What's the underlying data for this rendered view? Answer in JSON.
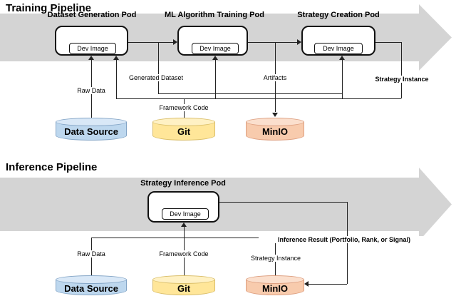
{
  "colors": {
    "banner": "#d4d4d4",
    "line": "#222222",
    "data_source_fill": "#bdd7ee",
    "data_source_top": "#d9e8f7",
    "data_source_border": "#84a5c6",
    "git_fill": "#ffe699",
    "git_top": "#fff1c4",
    "git_border": "#d9bd68",
    "minio_fill": "#f8cbad",
    "minio_top": "#fbdfcd",
    "minio_border": "#dd9f80"
  },
  "training": {
    "title": "Training Pipeline",
    "pods": [
      {
        "label": "Dataset Generation Pod",
        "dev": "Dev Image"
      },
      {
        "label": "ML Algorithm Training Pod",
        "dev": "Dev Image"
      },
      {
        "label": "Strategy Creation Pod",
        "dev": "Dev Image"
      }
    ],
    "labels": {
      "raw_data": "Raw Data",
      "generated_dataset": "Generated Dataset",
      "framework_code": "Framework Code",
      "artifacts": "Artifacts",
      "strategy_instance": "Strategy Instance"
    },
    "stores": [
      {
        "label": "Data Source"
      },
      {
        "label": "Git"
      },
      {
        "label": "MinIO"
      }
    ]
  },
  "inference": {
    "title": "Inference Pipeline",
    "pod": {
      "label": "Strategy Inference Pod",
      "dev": "Dev Image"
    },
    "labels": {
      "raw_data": "Raw Data",
      "framework_code": "Framework Code",
      "strategy_instance": "Strategy Instance",
      "inference_result": "Inference Result (Portfolio, Rank, or Signal)"
    },
    "stores": [
      {
        "label": "Data Source"
      },
      {
        "label": "Git"
      },
      {
        "label": "MinIO"
      }
    ]
  }
}
